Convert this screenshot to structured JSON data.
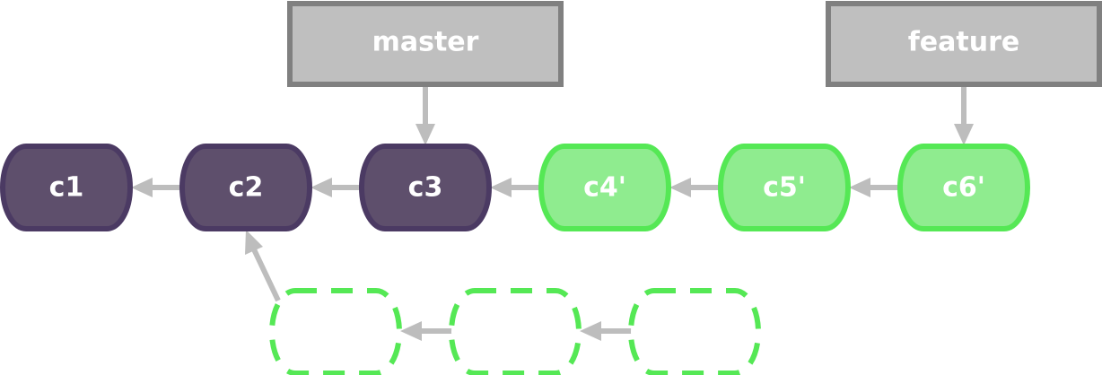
{
  "branches": [
    {
      "id": "master",
      "label": "master",
      "points_to": "c3"
    },
    {
      "id": "feature",
      "label": "feature",
      "points_to": "c6p"
    }
  ],
  "commits": {
    "main": [
      {
        "id": "c1",
        "label": "c1",
        "kind": "existing"
      },
      {
        "id": "c2",
        "label": "c2",
        "kind": "existing"
      },
      {
        "id": "c3",
        "label": "c3",
        "kind": "existing"
      },
      {
        "id": "c4p",
        "label": "c4'",
        "kind": "rebased"
      },
      {
        "id": "c5p",
        "label": "c5'",
        "kind": "rebased"
      },
      {
        "id": "c6p",
        "label": "c6'",
        "kind": "rebased"
      }
    ],
    "orphaned": [
      {
        "id": "o1",
        "label": "",
        "kind": "abandoned"
      },
      {
        "id": "o2",
        "label": "",
        "kind": "abandoned"
      },
      {
        "id": "o3",
        "label": "",
        "kind": "abandoned"
      }
    ]
  },
  "colors": {
    "existing_fill": "#5e4f6c",
    "existing_stroke": "#4b3a63",
    "rebased_fill": "#8fec8f",
    "rebased_stroke": "#55e855",
    "abandoned_stroke": "#55e855",
    "branch_fill": "#bfbfbf",
    "branch_stroke": "#808080",
    "arrow": "#bdbdbd",
    "text": "#ffffff"
  }
}
